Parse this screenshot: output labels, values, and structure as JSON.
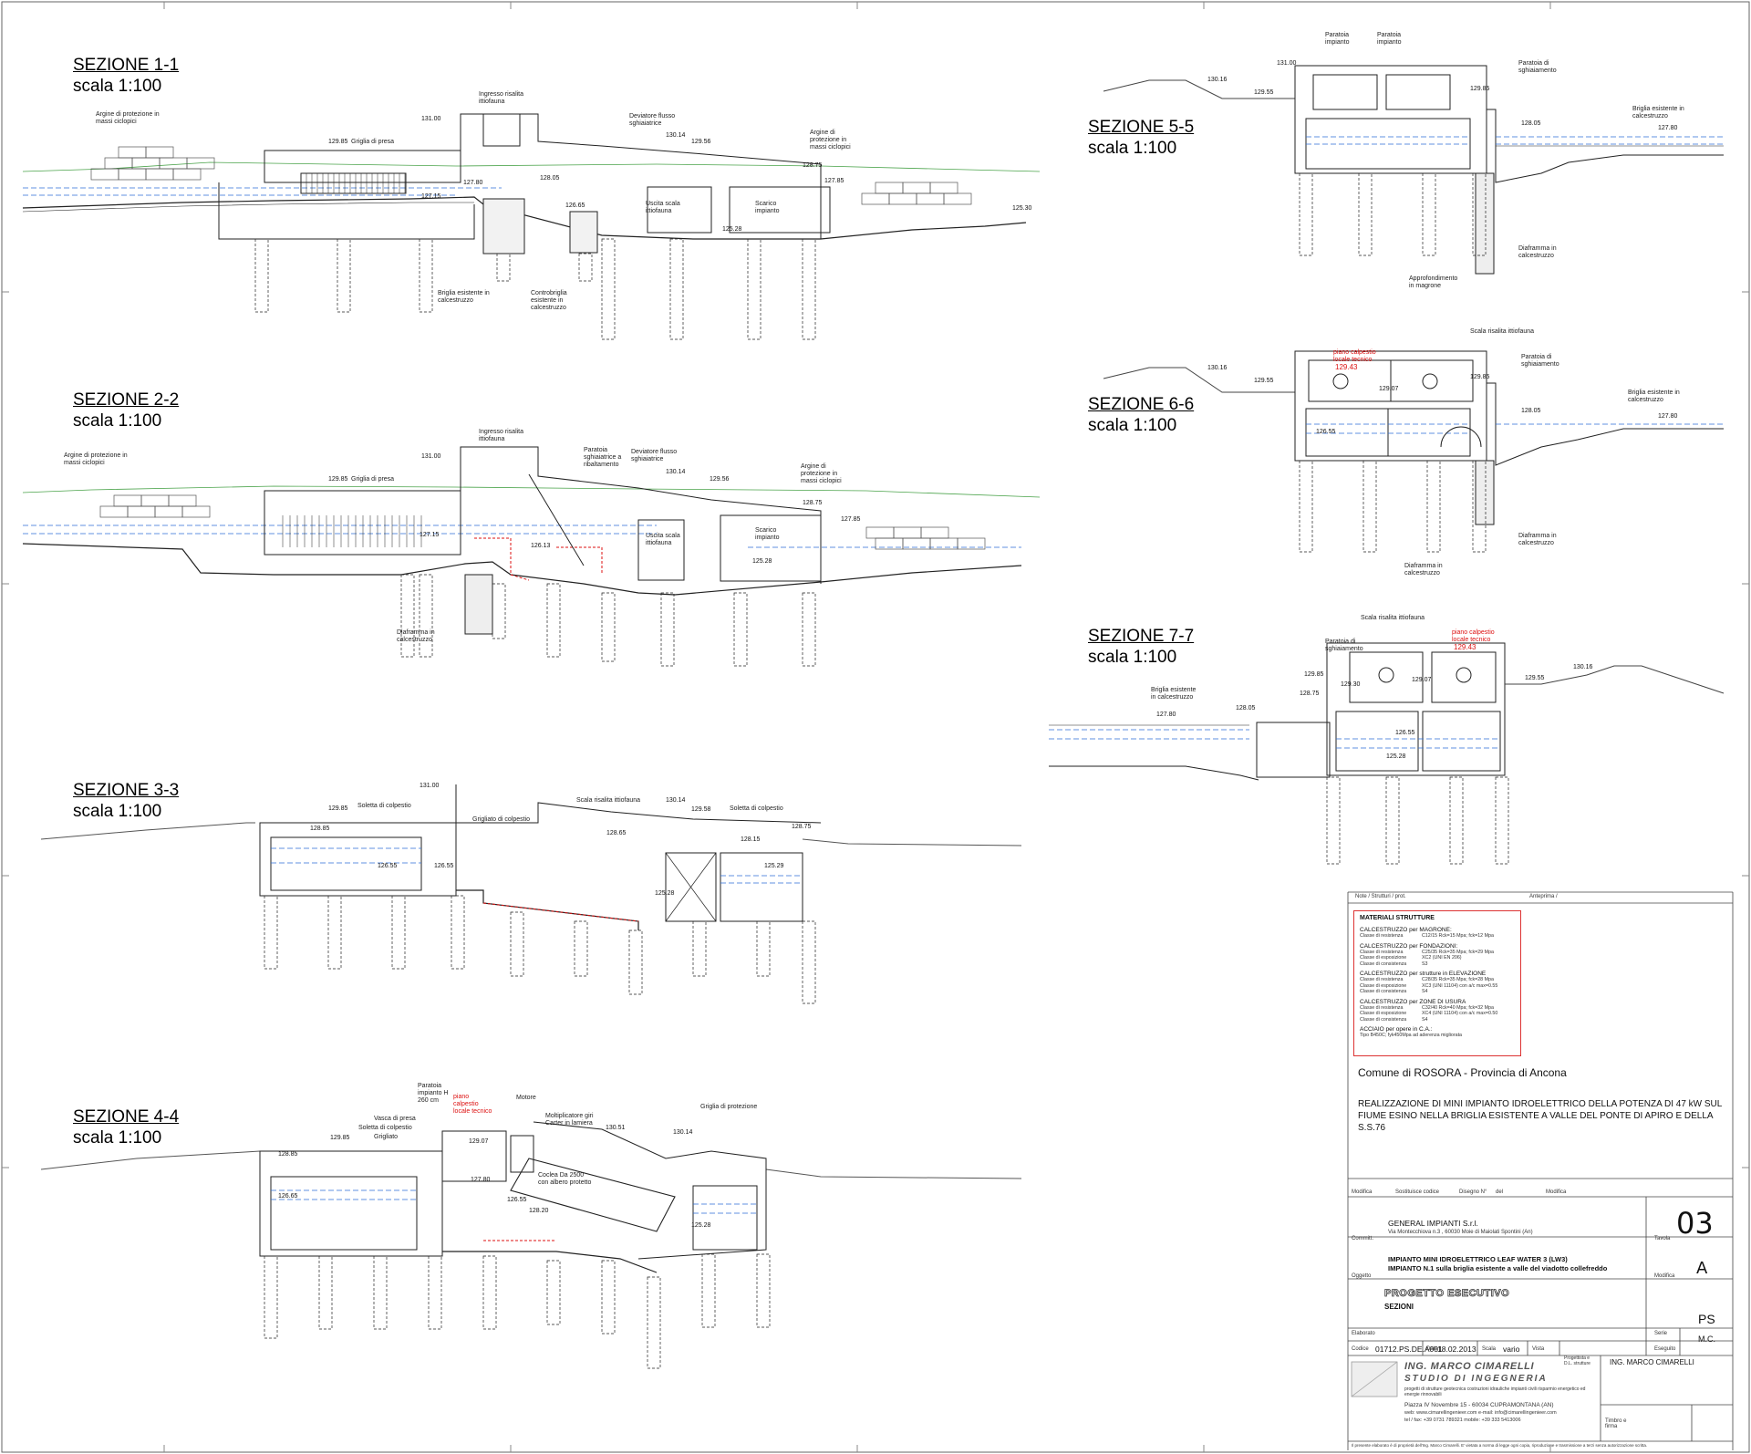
{
  "sections": [
    {
      "id": "1-1",
      "title": "SEZIONE 1-1",
      "scale": "scala 1:100"
    },
    {
      "id": "2-2",
      "title": "SEZIONE 2-2",
      "scale": "scala 1:100"
    },
    {
      "id": "3-3",
      "title": "SEZIONE 3-3",
      "scale": "scala 1:100"
    },
    {
      "id": "4-4",
      "title": "SEZIONE 4-4",
      "scale": "scala 1:100"
    },
    {
      "id": "5-5",
      "title": "SEZIONE 5-5",
      "scale": "scala 1:100"
    },
    {
      "id": "6-6",
      "title": "SEZIONE 6-6",
      "scale": "scala 1:100"
    },
    {
      "id": "7-7",
      "title": "SEZIONE 7-7",
      "scale": "scala 1:100"
    }
  ],
  "s1": {
    "labels": [
      "Argine di protezione in massi ciclopici",
      "Ingresso risalita ittiofauna",
      "Griglia di presa",
      "Deviatore flusso sghiaiatrice",
      "Argine di protezione in massi ciclopici",
      "Uscita scala ittiofauna",
      "Scarico impianto",
      "Briglia esistente in calcestruzzo",
      "Controbriglia esistente in calcestruzzo"
    ],
    "elev": [
      "131.00",
      "129.85",
      "130.14",
      "129.56",
      "128.75",
      "127.80",
      "128.05",
      "127.85",
      "127.15",
      "126.65",
      "125.30",
      "125.28"
    ]
  },
  "s2": {
    "labels": [
      "Argine di protezione in massi ciclopici",
      "Ingresso risalita ittiofauna",
      "Griglia di presa",
      "Paratoia sghiaiatrice a ribaltamento",
      "Deviatore flusso sghiaiatrice",
      "Argine di protezione in massi ciclopici",
      "Uscita scala ittiofauna",
      "Scarico impianto",
      "Diaframma in calcestruzzo"
    ],
    "elev": [
      "131.00",
      "129.85",
      "130.14",
      "129.56",
      "128.75",
      "127.85",
      "127.15",
      "126.13",
      "125.28"
    ]
  },
  "s3": {
    "labels": [
      "Soletta di colpestio",
      "Grigliato di colpestio",
      "Scala risalita ittiofauna",
      "Soletta di colpestio"
    ],
    "elev": [
      "131.00",
      "129.85",
      "128.85",
      "128.65",
      "130.14",
      "129.58",
      "128.75",
      "128.15",
      "126.55",
      "126.55",
      "125.29",
      "125.28"
    ]
  },
  "s4": {
    "labels": [
      "Paratoia impianto H 260 cm",
      "piano calpestio locale tecnico",
      "Motore",
      "Moltiplicatore giri Carter in lamiera",
      "Vasca di presa",
      "Soletta di colpestio",
      "Grigliato",
      "Griglia di protezione",
      "Coclea Da 2500 con albero protetto"
    ],
    "elev": [
      "128.85",
      "129.85",
      "129.07",
      "130.51",
      "130.14",
      "127.80",
      "126.65",
      "126.55",
      "128.20",
      "125.28"
    ]
  },
  "s5": {
    "labels": [
      "Paratoia impianto",
      "Paratoia impianto",
      "Paratoia di sghiaiamento",
      "Briglia esistente in calcestruzzo",
      "Diaframma in calcestruzzo",
      "Approfondimento in magrone"
    ],
    "elev": [
      "131.00",
      "130.16",
      "129.55",
      "129.85",
      "128.05",
      "127.80"
    ]
  },
  "s6": {
    "labels": [
      "Scala risalita ittiofauna",
      "Paratoia di sghiaiamento",
      "Briglia esistente in calcestruzzo",
      "Diaframma in calcestruzzo",
      "Diaframma in calcestruzzo"
    ],
    "red": [
      "piano calpestio",
      "locale tecnico",
      "129.43"
    ],
    "elev": [
      "130.16",
      "129.55",
      "129.07",
      "129.85",
      "128.05",
      "127.80",
      "126.55"
    ]
  },
  "s7": {
    "labels": [
      "Scala risalita ittiofauna",
      "Paratoia di sghiaiamento",
      "Briglia esistente in calcestruzzo"
    ],
    "red": [
      "piano calpestio",
      "locale tecnico",
      "129.43"
    ],
    "elev": [
      "127.80",
      "128.05",
      "128.75",
      "129.85",
      "129.30",
      "129.07",
      "130.16",
      "129.55",
      "126.55",
      "125.28"
    ]
  },
  "materials": {
    "title": "MATERIALI STRUTTURE",
    "groups": [
      {
        "name": "CALCESTRUZZO per MAGRONE:",
        "lines": [
          [
            "Classe di resistenza",
            "C12/15  Rck=15 Mpa; fck=12 Mpa"
          ]
        ]
      },
      {
        "name": "CALCESTRUZZO per FONDAZIONI:",
        "lines": [
          [
            "Classe di resistenza",
            "C25/35  Rck=35 Mpa; fck=29 Mpa"
          ],
          [
            "Classe di esposizione",
            "XC2 (UNI EN 206)"
          ],
          [
            "Classe di consistenza",
            "S3"
          ]
        ]
      },
      {
        "name": "CALCESTRUZZO per strutture in ELEVAZIONE",
        "lines": [
          [
            "Classe di resistenza",
            "C28/35  Rck=35 Mpa; fck=28 Mpa"
          ],
          [
            "Classe di esposizione",
            "XC3 (UNI 11104) con a/c max=0.55"
          ],
          [
            "Classe di consistenza",
            "S4"
          ]
        ]
      },
      {
        "name": "CALCESTRUZZO per ZONE DI USURA",
        "lines": [
          [
            "Classe di resistenza",
            "C32/40  Rck=40 Mpa; fck=32 Mpa"
          ],
          [
            "Classe di esposizione",
            "XC4 (UNI 11104) con a/c max=0.50"
          ],
          [
            "Classe di consistenza",
            "S4"
          ]
        ]
      },
      {
        "name": "ACCIAIO per opere in C.A.:",
        "lines": [
          [
            "Tipo B450C; fyk450Mpa ad aderenza migliorata",
            ""
          ]
        ]
      }
    ]
  },
  "titleblock": {
    "comune": "Comune di ROSORA - Provincia di Ancona",
    "realizzazione": "REALIZZAZIONE DI MINI IMPIANTO IDROELETTRICO DELLA POTENZA DI 47 kW SUL FIUME ESINO NELLA BRIGLIA ESISTENTE A VALLE DEL PONTE DI APIRO E DELLA S.S.76",
    "note_label": "Note / Strutturi / prot.",
    "anteprima_label": "Anteprima /",
    "modifica_labels": [
      "Modifica",
      "Sostituisce codice",
      "Disegno N°",
      "del",
      "Modifica"
    ],
    "committente_label": "Committ.",
    "committente": "GENERAL IMPIANTI S.r.l.",
    "committente_addr": "Via Montecchiova n.3 , 60030 Moie di Maiolati Spontini (An)",
    "tavola_label": "Tavola",
    "tavola": "03",
    "oggetto_label": "Oggetto",
    "oggetto1": "IMPIANTO MINI IDROELETTRICO LEAF WATER 3 (LW3)",
    "oggetto2": "IMPIANTO N.1 sulla briglia esistente a valle del viadotto collefreddo",
    "modifica_label": "Modifica",
    "modifica": "A",
    "progetto": "PROGETTO ESECUTIVO",
    "sezioni": "SEZIONI",
    "elaborato_label": "Elaborato",
    "serie_label": "Serie",
    "serie": "PS",
    "codice_label": "Codice",
    "codice": "01712.PS.DE.A001",
    "data_label": "Data",
    "data": "18.02.2013",
    "scala_label": "Scala",
    "scala": "vario",
    "vista_label": "Vista",
    "eseguito_label": "Eseguito",
    "eseguito": "M.C.",
    "progettista_label": "Progettista e D.L. strutture",
    "progettista": "ING. MARCO CIMARELLI",
    "studio1": "ING. MARCO CIMARELLI",
    "studio2": "STUDIO DI INGEGNERIA",
    "studio_desc": "progetti di strutture geotecnica costruzioni idrauliche impianti civili risparmio energetico ed energie rinnovabili",
    "address": "Piazza IV Novembre 15 - 60034 CUPRAMONTANA (AN)",
    "web": "web: www.cimarellingenieer.com   e-mail: info@cimarellingenieer.com",
    "tel": "tel / fax: +39 0731 789321          mobile: +39 333 5413006",
    "timbro_label": "Timbro e firma",
    "footer": "Il presente elaborato è di proprietà dell'Ing. Marco Cimarelli. E' vietata a norma di legge ogni copia, riproduzione e trasmissione a terzi senza autorizzazione scritta."
  },
  "colors": {
    "water": "#2e6fd6",
    "warning": "#d11",
    "grass": "#3a9a3a",
    "line": "#222"
  }
}
